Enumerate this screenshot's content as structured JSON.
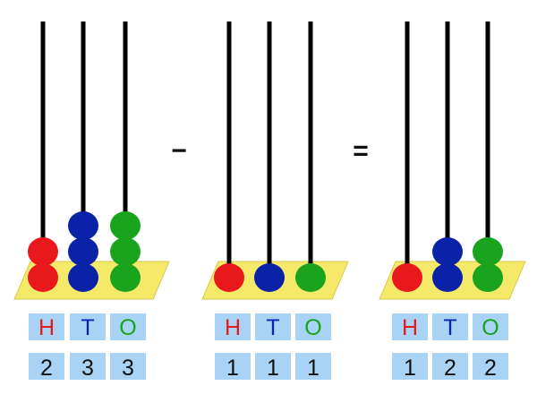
{
  "operators": [
    "−",
    "="
  ],
  "colors": {
    "base": "#f5e96a",
    "base_stroke": "#d8c84a",
    "rod": "#000000",
    "cell": "#a9d3f5",
    "H": "#e8181c",
    "T": "#0a22a8",
    "O": "#1aa31c",
    "digit": "#111111"
  },
  "abacuses": [
    {
      "places": [
        {
          "label": "H",
          "digit": "2",
          "beads": 2
        },
        {
          "label": "T",
          "digit": "3",
          "beads": 3
        },
        {
          "label": "O",
          "digit": "3",
          "beads": 3
        }
      ]
    },
    {
      "places": [
        {
          "label": "H",
          "digit": "1",
          "beads": 1
        },
        {
          "label": "T",
          "digit": "1",
          "beads": 1
        },
        {
          "label": "O",
          "digit": "1",
          "beads": 1
        }
      ]
    },
    {
      "places": [
        {
          "label": "H",
          "digit": "1",
          "beads": 1
        },
        {
          "label": "T",
          "digit": "2",
          "beads": 2
        },
        {
          "label": "O",
          "digit": "2",
          "beads": 2
        }
      ]
    }
  ]
}
